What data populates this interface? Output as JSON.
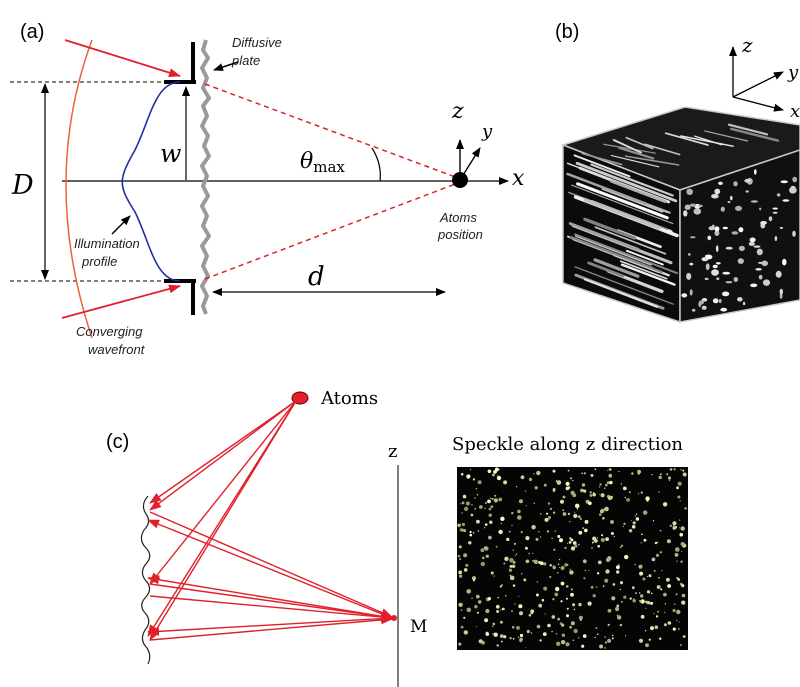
{
  "panel_a": {
    "label": "(a)",
    "diffusive_plate": "Diffusive\nplate",
    "D": "D",
    "w": "w",
    "theta": "θ",
    "theta_sub": "max",
    "d": "d",
    "x_axis": "x",
    "y_axis": "y",
    "z_axis": "z",
    "atoms_position": "Atoms\nposition",
    "illumination_profile": "Illumination\nprofile",
    "converging_wavefront": "Converging\nwavefront"
  },
  "panel_b": {
    "label": "(b)",
    "z_axis": "z",
    "y_axis": "y",
    "x_axis": "x"
  },
  "panel_c": {
    "label": "(c)",
    "atoms": "Atoms",
    "z_axis": "z",
    "m_point": "M",
    "speckle_title": "Speckle along  z direction"
  },
  "colors": {
    "ray": "#e0202a",
    "profile": "#2030a0",
    "wavefront": "#f06040",
    "plate": "#9a9a9a",
    "axis": "#000000"
  }
}
